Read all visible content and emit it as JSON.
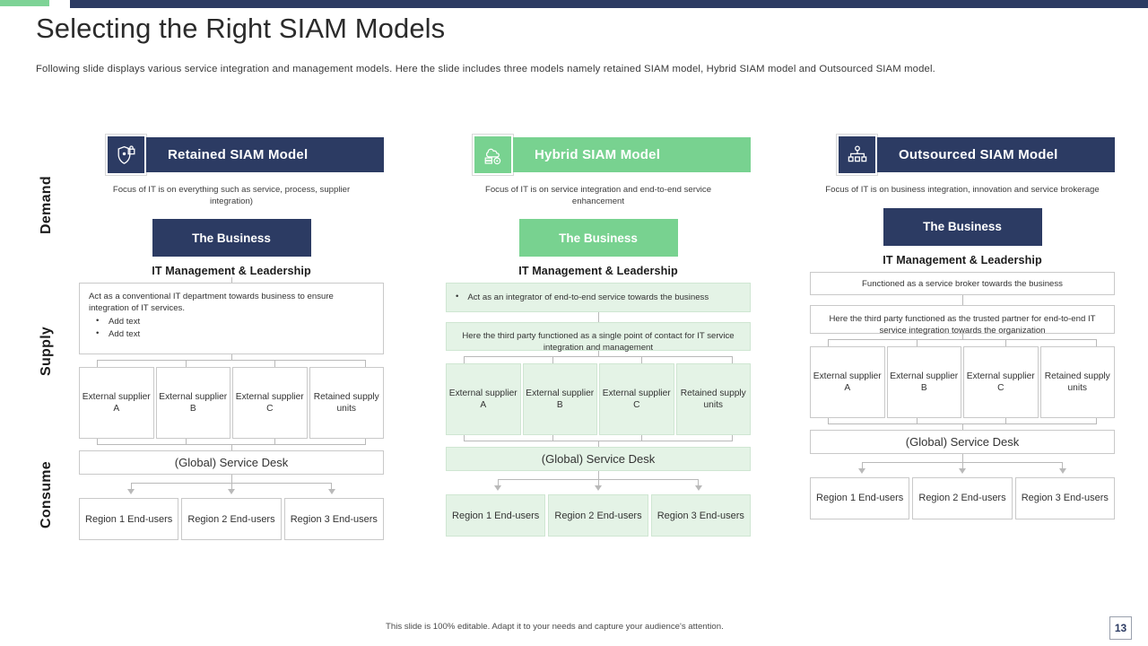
{
  "header": {
    "title": "Selecting the Right SIAM Models",
    "subtitle": "Following slide displays various  service integration and management models. Here the slide includes three models namely retained SIAM model, Hybrid SIAM model and Outsourced SIAM model."
  },
  "accents": {
    "navy": "#2c3b63",
    "green": "#78d290",
    "tint_green": "#e4f3e6",
    "border_gray": "#c9c9c9",
    "topbar_green": "#7ed396"
  },
  "rail": {
    "demand": "Demand",
    "supply": "Supply",
    "consume": "Consume"
  },
  "columns": [
    {
      "icon": "shield-lock-icon",
      "title": "Retained SIAM Model",
      "focus": "Focus of IT  is on everything such as service, process, supplier integration)",
      "business": "The Business",
      "leadership": "IT Management & Leadership",
      "panel_a_lead": "Act as a conventional IT  department towards business to ensure integration of IT  services.",
      "panel_a_bullets": [
        "Add text",
        "Add text"
      ],
      "panel_b": "",
      "suppliers": [
        "External supplier A",
        "External supplier B",
        "External supplier C",
        "Retained supply units"
      ],
      "desk": "(Global) Service Desk",
      "regions": [
        "Region 1 End-users",
        "Region 2 End-users",
        "Region 3 End-users"
      ]
    },
    {
      "icon": "cloud-server-icon",
      "title": "Hybrid SIAM Model",
      "focus": "Focus of IT  is on service integration and end-to-end service enhancement",
      "business": "The Business",
      "leadership": "IT Management & Leadership",
      "panel_a_lead": "Act as an integrator of end-to-end service towards the business",
      "panel_a_bullets": [],
      "panel_b": "Here the third party functioned as a single point of contact for IT  service integration and management",
      "suppliers": [
        "External supplier A",
        "External supplier B",
        "External supplier C",
        "Retained supply units"
      ],
      "desk": "(Global) Service Desk",
      "regions": [
        "Region 1 End-users",
        "Region 2 End-users",
        "Region 3 End-users"
      ]
    },
    {
      "icon": "org-hierarchy-icon",
      "title": "Outsourced SIAM Model",
      "focus": "Focus of IT  is on business integration, innovation and service brokerage",
      "business": "The Business",
      "leadership": "IT Management & Leadership",
      "panel_a_lead": "Functioned as a service broker towards the business",
      "panel_a_bullets": [],
      "panel_b": "Here the third party functioned as the trusted partner for end-to-end IT  service integration towards the organization",
      "suppliers": [
        "External supplier A",
        "External supplier B",
        "External supplier C",
        "Retained supply units"
      ],
      "desk": "(Global) Service Desk",
      "regions": [
        "Region 1 End-users",
        "Region 2 End-users",
        "Region 3 End-users"
      ]
    }
  ],
  "footer": {
    "note": "This slide is 100% editable. Adapt it to your needs and capture your audience's attention.",
    "page": "13"
  }
}
